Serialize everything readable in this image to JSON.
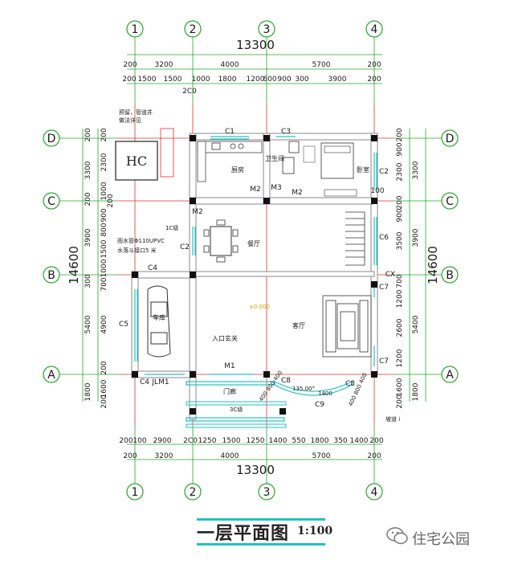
{
  "grid_top": [
    "1",
    "2",
    "3",
    "4"
  ],
  "grid_bottom": [
    "1",
    "2",
    "3",
    "4"
  ],
  "grid_left": [
    "D",
    "C",
    "B",
    "A"
  ],
  "grid_right": [
    "D",
    "C",
    "B",
    "A"
  ],
  "total_width": "13300",
  "total_depth": "14600",
  "top_dims_row1": [
    "200",
    "3200",
    "4000",
    "5700",
    "200"
  ],
  "top_dims_row2": [
    "200",
    "1500",
    "1500",
    "1000",
    "1800",
    "1200",
    "600",
    "900",
    "300",
    "3900",
    "200"
  ],
  "top_extra": "2C0",
  "bottom_dims_row1": [
    "200",
    "100",
    "2900",
    "2C0",
    "1250",
    "1500",
    "1250",
    "1400",
    "550",
    "1800",
    "350",
    "1400",
    "200"
  ],
  "bottom_dims_row2": [
    "200",
    "3200",
    "4000",
    "5700",
    "200"
  ],
  "left_dims_outer": [
    "200",
    "3300",
    "200",
    "3900",
    "300",
    "5400",
    "1800"
  ],
  "left_dims_inner": [
    "200",
    "2300",
    "1000",
    "200",
    "900",
    "800",
    "1500",
    "1000",
    "700",
    "4900",
    "200",
    "1600",
    "200"
  ],
  "right_dims_inner": [
    "200",
    "900",
    "2300",
    "200",
    "900",
    "3500",
    "700",
    "1200",
    "2600",
    "1200",
    "1600",
    "200"
  ],
  "right_dims_outer": [
    "3300",
    "3900",
    "5400",
    "1800"
  ],
  "right_dim_extra": "100",
  "rooms": {
    "kitchen": "厨房",
    "bath": "卫生间",
    "bedroom": "卧室",
    "dining": "餐厅",
    "living": "客厅",
    "entry": "入口玄关",
    "garage": "车库",
    "porch": "门廊",
    "hc": "HC"
  },
  "labels": {
    "C1": "C1",
    "C2": "C2",
    "C3": "C3",
    "C4": "C4",
    "C5": "C5",
    "C6": "C6",
    "C7": "C7",
    "C8": "C8",
    "C9": "C9",
    "M1": "M1",
    "M2": "M2",
    "M3": "M3",
    "JLM1": "JLM1",
    "pipe": "雨水管Φ110UPVC",
    "pipe2": "水落斗接口5 米",
    "note1": "预留，管道井",
    "note2": "做法详见",
    "step1": "1C级",
    "step2": "3C级",
    "ramp": "坡道 i",
    "arc": "135.00°",
    "arcdims": "400 800 400",
    "arcdims2": "400 800 400",
    "yellow_mark": "±0.000",
    "cx": "CX",
    "dim1400": "1400"
  },
  "title": "一层平面图",
  "scale": "1:100",
  "watermark": "住宅公园",
  "colors": {
    "grid": "#e23030",
    "axis": "#26a826",
    "wall": "#ffffff",
    "dim": "#2222aa",
    "cyan": "#22c3c3",
    "text": "#222222"
  }
}
